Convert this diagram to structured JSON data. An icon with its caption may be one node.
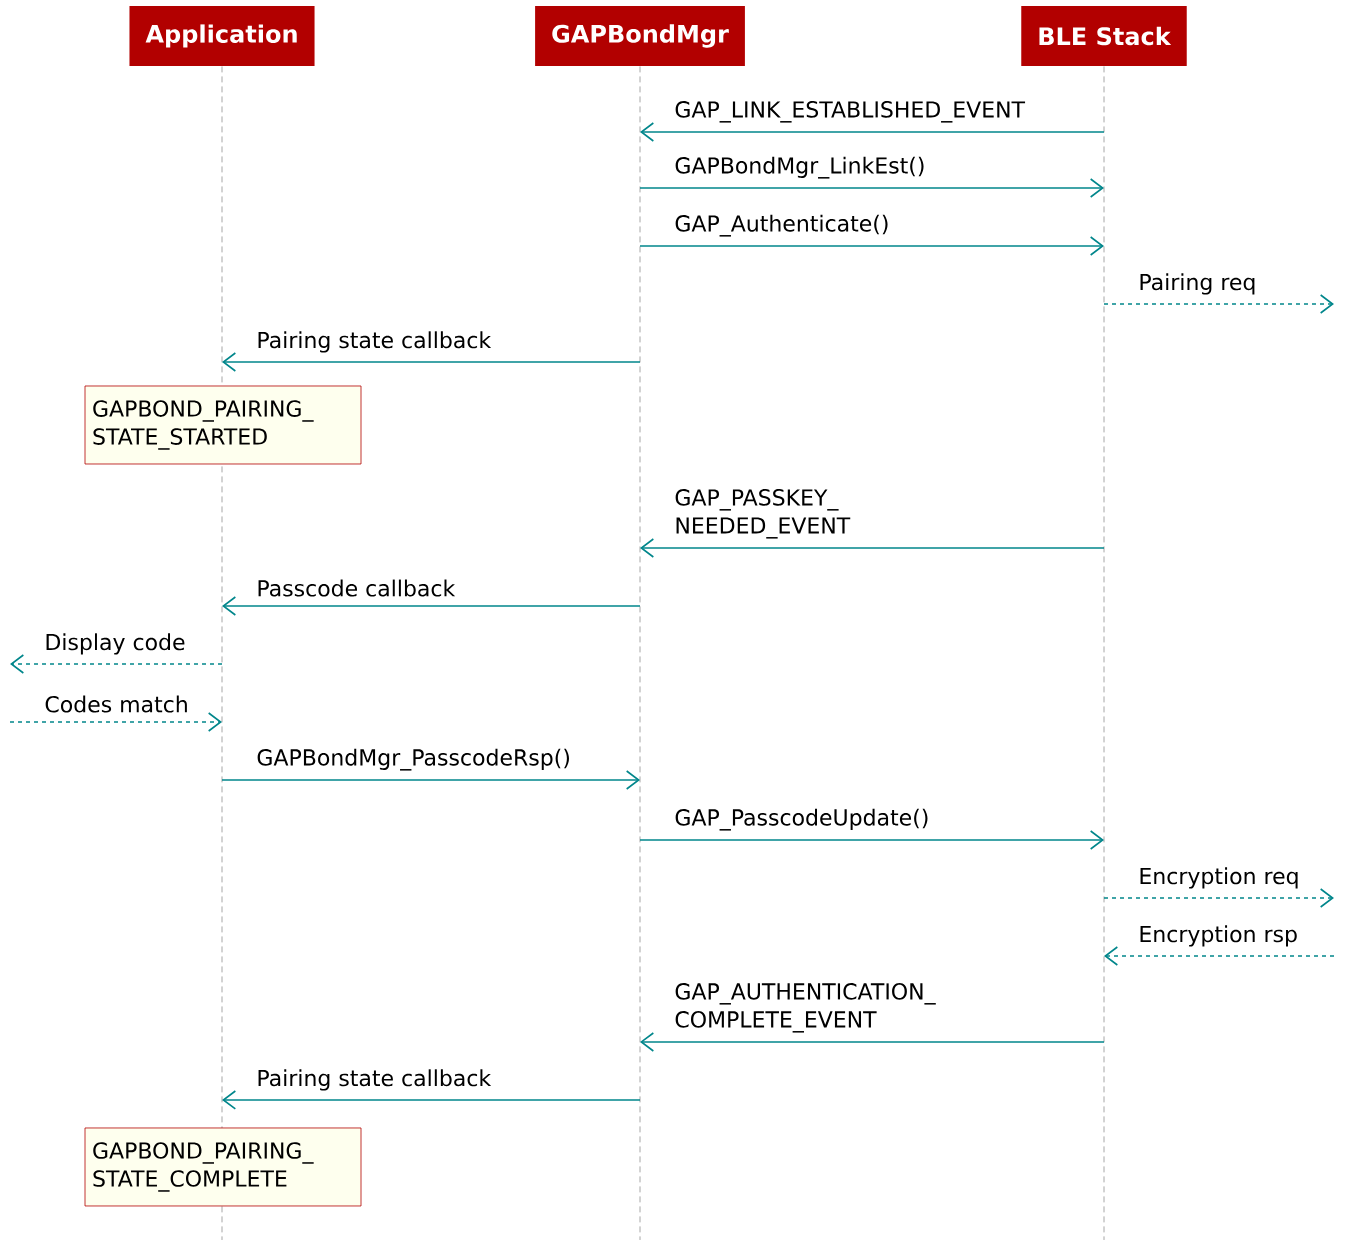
{
  "diagram": {
    "nodes": [
      {
        "text": [
          "Application"
        ]
      },
      {
        "text": [
          "GAPBondMgr"
        ]
      },
      {
        "text": [
          "BLE Stack"
        ]
      },
      {
        "text": [
          "GAPBOND_PAIRING_ STATE_STARTED"
        ]
      },
      {
        "text": [
          "GAPBOND_PAIRING_ STATE_COMPLETE"
        ]
      }
    ],
    "edges": [
      {
        "from": 2,
        "to": 1,
        "arrow": "to",
        "label": "GAP_LINK_ESTABLISHED_EVENT"
      },
      {
        "from": 1,
        "to": 2,
        "arrow": "to",
        "label": "GAPBondMgr_LinkEst()"
      },
      {
        "from": 1,
        "to": 2,
        "arrow": "to",
        "label": "GAP_Authenticate()"
      },
      {
        "from": 2,
        "to": null,
        "arrow": "to",
        "label": "Pairing req",
        "style": "dashed"
      },
      {
        "from": 1,
        "to": 0,
        "arrow": "to",
        "label": "Pairing state callback"
      },
      {
        "from": 2,
        "to": 1,
        "arrow": "to",
        "label": "GAP_PASSKEY_ NEEDED_EVENT"
      },
      {
        "from": 1,
        "to": 0,
        "arrow": "to",
        "label": "Passcode callback"
      },
      {
        "from": 0,
        "to": null,
        "arrow": "to",
        "label": "Display code",
        "style": "dashed"
      },
      {
        "from": null,
        "to": 0,
        "arrow": "to",
        "label": "Codes match",
        "style": "dashed"
      },
      {
        "from": 0,
        "to": 1,
        "arrow": "to",
        "label": "GAPBondMgr_PasscodeRsp()"
      },
      {
        "from": 1,
        "to": 2,
        "arrow": "to",
        "label": "GAP_PasscodeUpdate()"
      },
      {
        "from": 2,
        "to": null,
        "arrow": "to",
        "label": "Encryption req",
        "style": "dashed"
      },
      {
        "from": null,
        "to": 2,
        "arrow": "to",
        "label": "Encryption rsp",
        "style": "dashed"
      },
      {
        "from": 2,
        "to": 1,
        "arrow": "to",
        "label": "GAP_AUTHENTICATION_ COMPLETE_EVENT"
      },
      {
        "from": 1,
        "to": 0,
        "arrow": "to",
        "label": "Pairing state callback"
      }
    ]
  }
}
